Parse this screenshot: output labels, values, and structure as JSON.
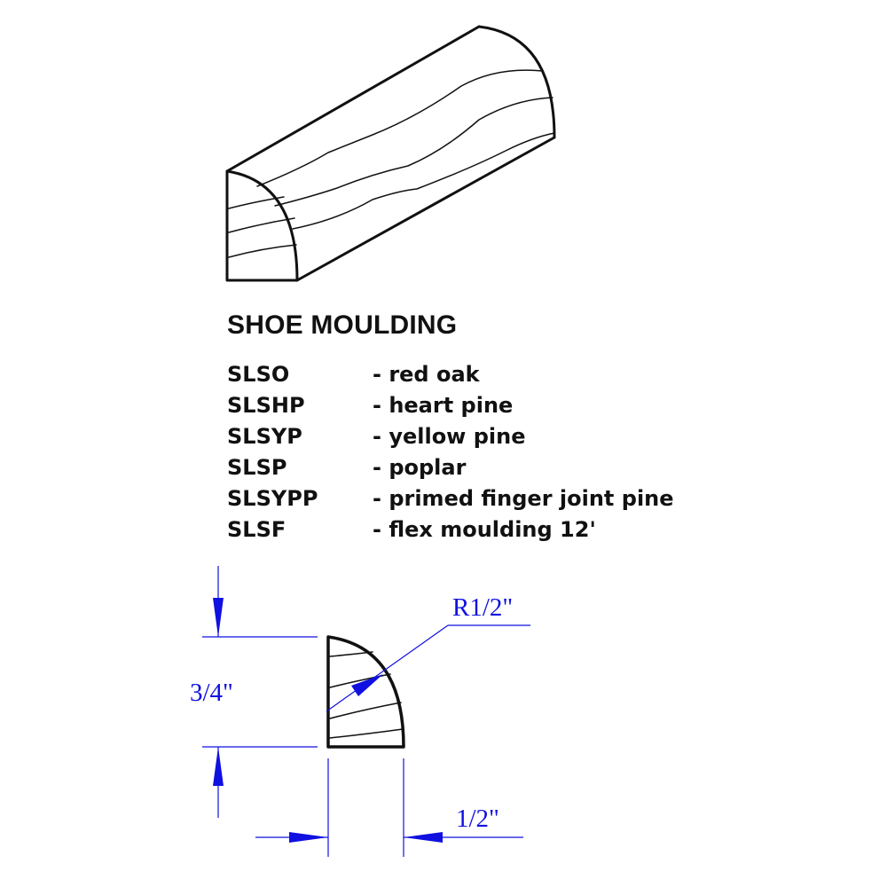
{
  "title": "SHOE MOULDING",
  "products": [
    {
      "code": "SLSO",
      "desc": "- red oak"
    },
    {
      "code": "SLSHP",
      "desc": "- heart pine"
    },
    {
      "code": "SLSYP",
      "desc": "- yellow pine"
    },
    {
      "code": "SLSP",
      "desc": "- poplar"
    },
    {
      "code": "SLSYPP",
      "desc": "- primed finger joint pine"
    },
    {
      "code": "SLSF",
      "desc": "- flex moulding 12'"
    }
  ],
  "dimensions": {
    "radius": "R1/2\"",
    "height": "3/4\"",
    "width": "1/2\""
  },
  "colors": {
    "outline": "#111111",
    "dimension": "#1010e0"
  }
}
